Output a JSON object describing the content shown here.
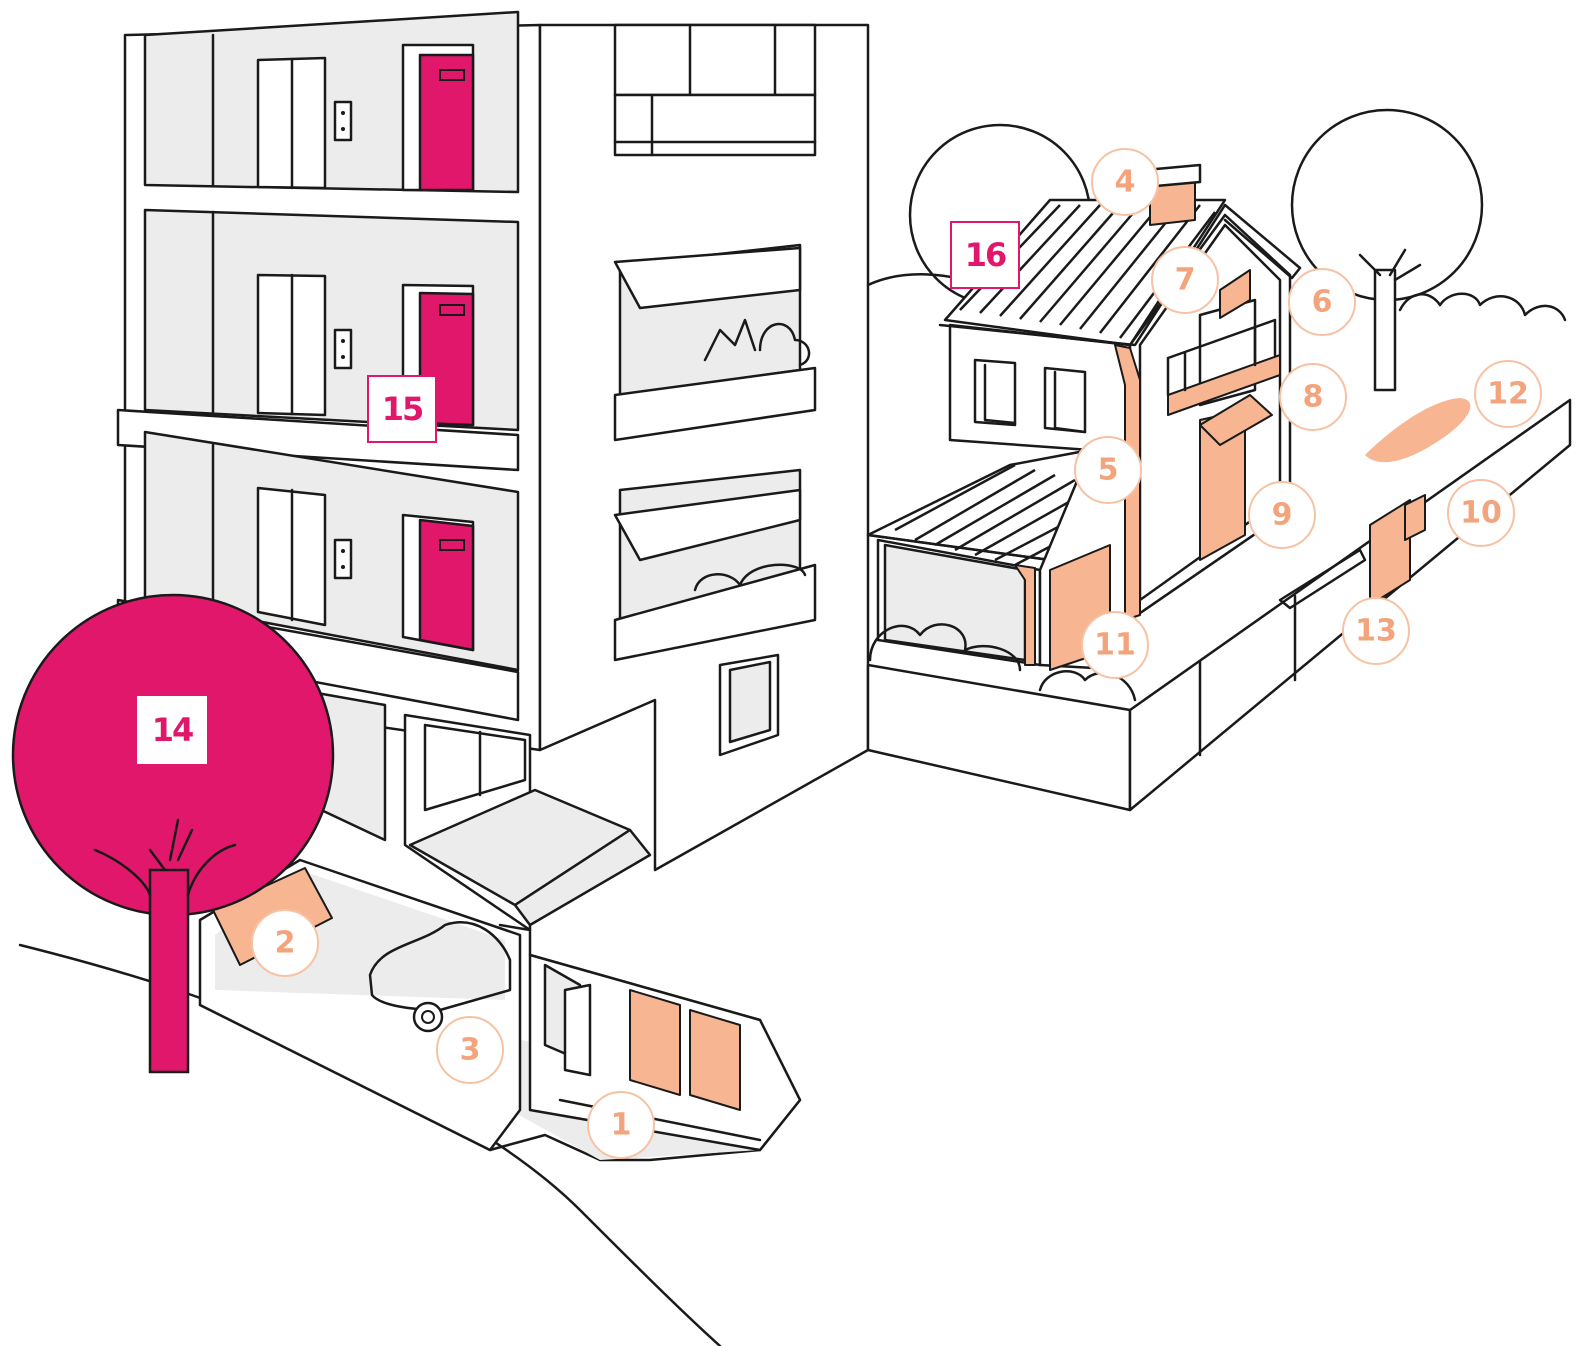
{
  "colors": {
    "accent_magenta": "#e0176a",
    "highlight_peach": "#f7b592",
    "marker_text": "#f3a47c",
    "marker_border": "#f7c2a3",
    "structure_grey": "#ececec",
    "outline": "#1a1a1a"
  },
  "markers": [
    "1",
    "2",
    "3",
    "4",
    "5",
    "6",
    "7",
    "8",
    "9",
    "10",
    "11",
    "12",
    "13"
  ],
  "tags": [
    "14",
    "15",
    "16"
  ]
}
